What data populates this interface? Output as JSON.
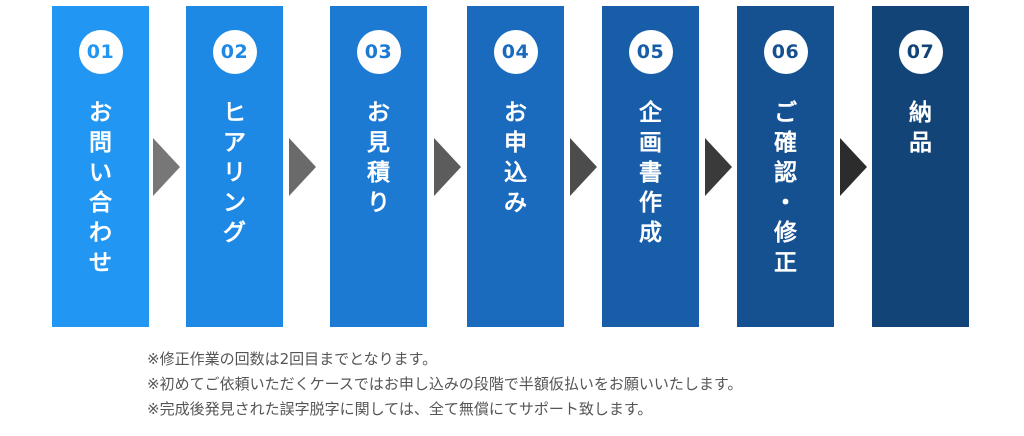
{
  "steps": [
    {
      "number": "01",
      "label": "お問い合わせ",
      "color": "#2196f3"
    },
    {
      "number": "02",
      "label": "ヒアリング",
      "color": "#1e88e5"
    },
    {
      "number": "03",
      "label": "お見積り",
      "color": "#1d7ad3"
    },
    {
      "number": "04",
      "label": "お申込み",
      "color": "#1a6bbd"
    },
    {
      "number": "05",
      "label": "企画書作成",
      "color": "#175da7"
    },
    {
      "number": "06",
      "label": "ご確認・修正",
      "color": "#155090"
    },
    {
      "number": "07",
      "label": "納品",
      "color": "#124477"
    }
  ],
  "arrow_colors": [
    "#777777",
    "#6a6a6a",
    "#5c5c5c",
    "#4c4c4c",
    "#3a3a3a",
    "#2c2c2c"
  ],
  "notes": [
    "※修正作業の回数は2回目までとなります。",
    "※初めてご依頼いただくケースではお申し込みの段階で半額仮払いをお願いいたします。",
    "※完成後発見された誤字脱字に関しては、全て無償にてサポート致します。"
  ]
}
